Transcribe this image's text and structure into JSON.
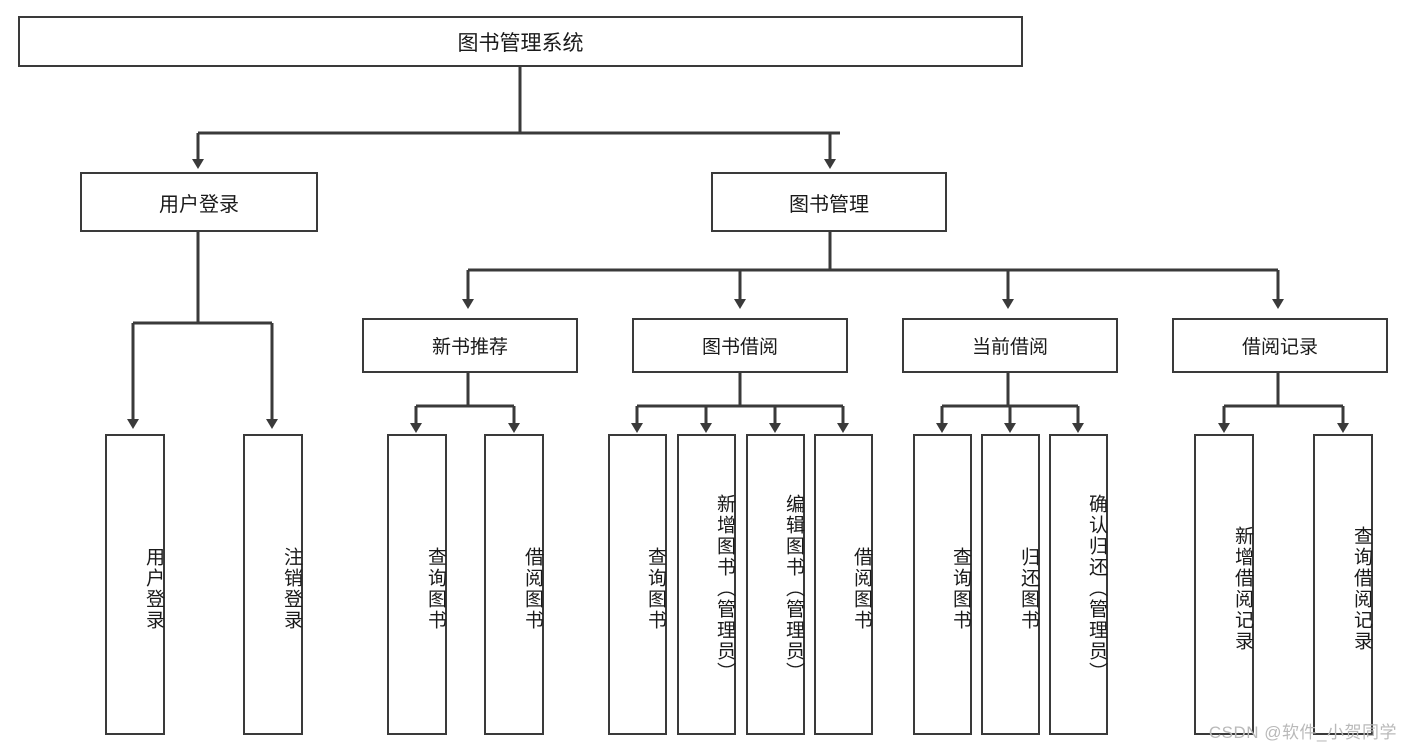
{
  "diagram": {
    "title": "图书管理系统",
    "type": "hierarchy-tree",
    "levels": 4,
    "line_color": "#3a3a3a",
    "box_fill": "#ffffff",
    "text_color": "#1a1a1a",
    "root": {
      "label": "图书管理系统"
    },
    "level2": [
      {
        "label": "用户登录"
      },
      {
        "label": "图书管理"
      }
    ],
    "level3": [
      {
        "label": "新书推荐",
        "parent": "图书管理"
      },
      {
        "label": "图书借阅",
        "parent": "图书管理"
      },
      {
        "label": "当前借阅",
        "parent": "图书管理"
      },
      {
        "label": "借阅记录",
        "parent": "图书管理"
      }
    ],
    "leaves": {
      "user_login": [
        {
          "label": "用户登录"
        },
        {
          "label": "注销登录"
        }
      ],
      "new_book_recommend": [
        {
          "label": "查询图书"
        },
        {
          "label": "借阅图书"
        }
      ],
      "book_borrow": [
        {
          "label": "查询图书"
        },
        {
          "label": "新增图书（管理员）"
        },
        {
          "label": "编辑图书（管理员）"
        },
        {
          "label": "借阅图书"
        }
      ],
      "current_borrow": [
        {
          "label": "查询图书"
        },
        {
          "label": "归还图书"
        },
        {
          "label": "确认归还（管理员）"
        }
      ],
      "borrow_record": [
        {
          "label": "新增借阅记录"
        },
        {
          "label": "查询借阅记录"
        }
      ]
    }
  },
  "watermark": {
    "text": "CSDN @软件_小贺同学"
  }
}
